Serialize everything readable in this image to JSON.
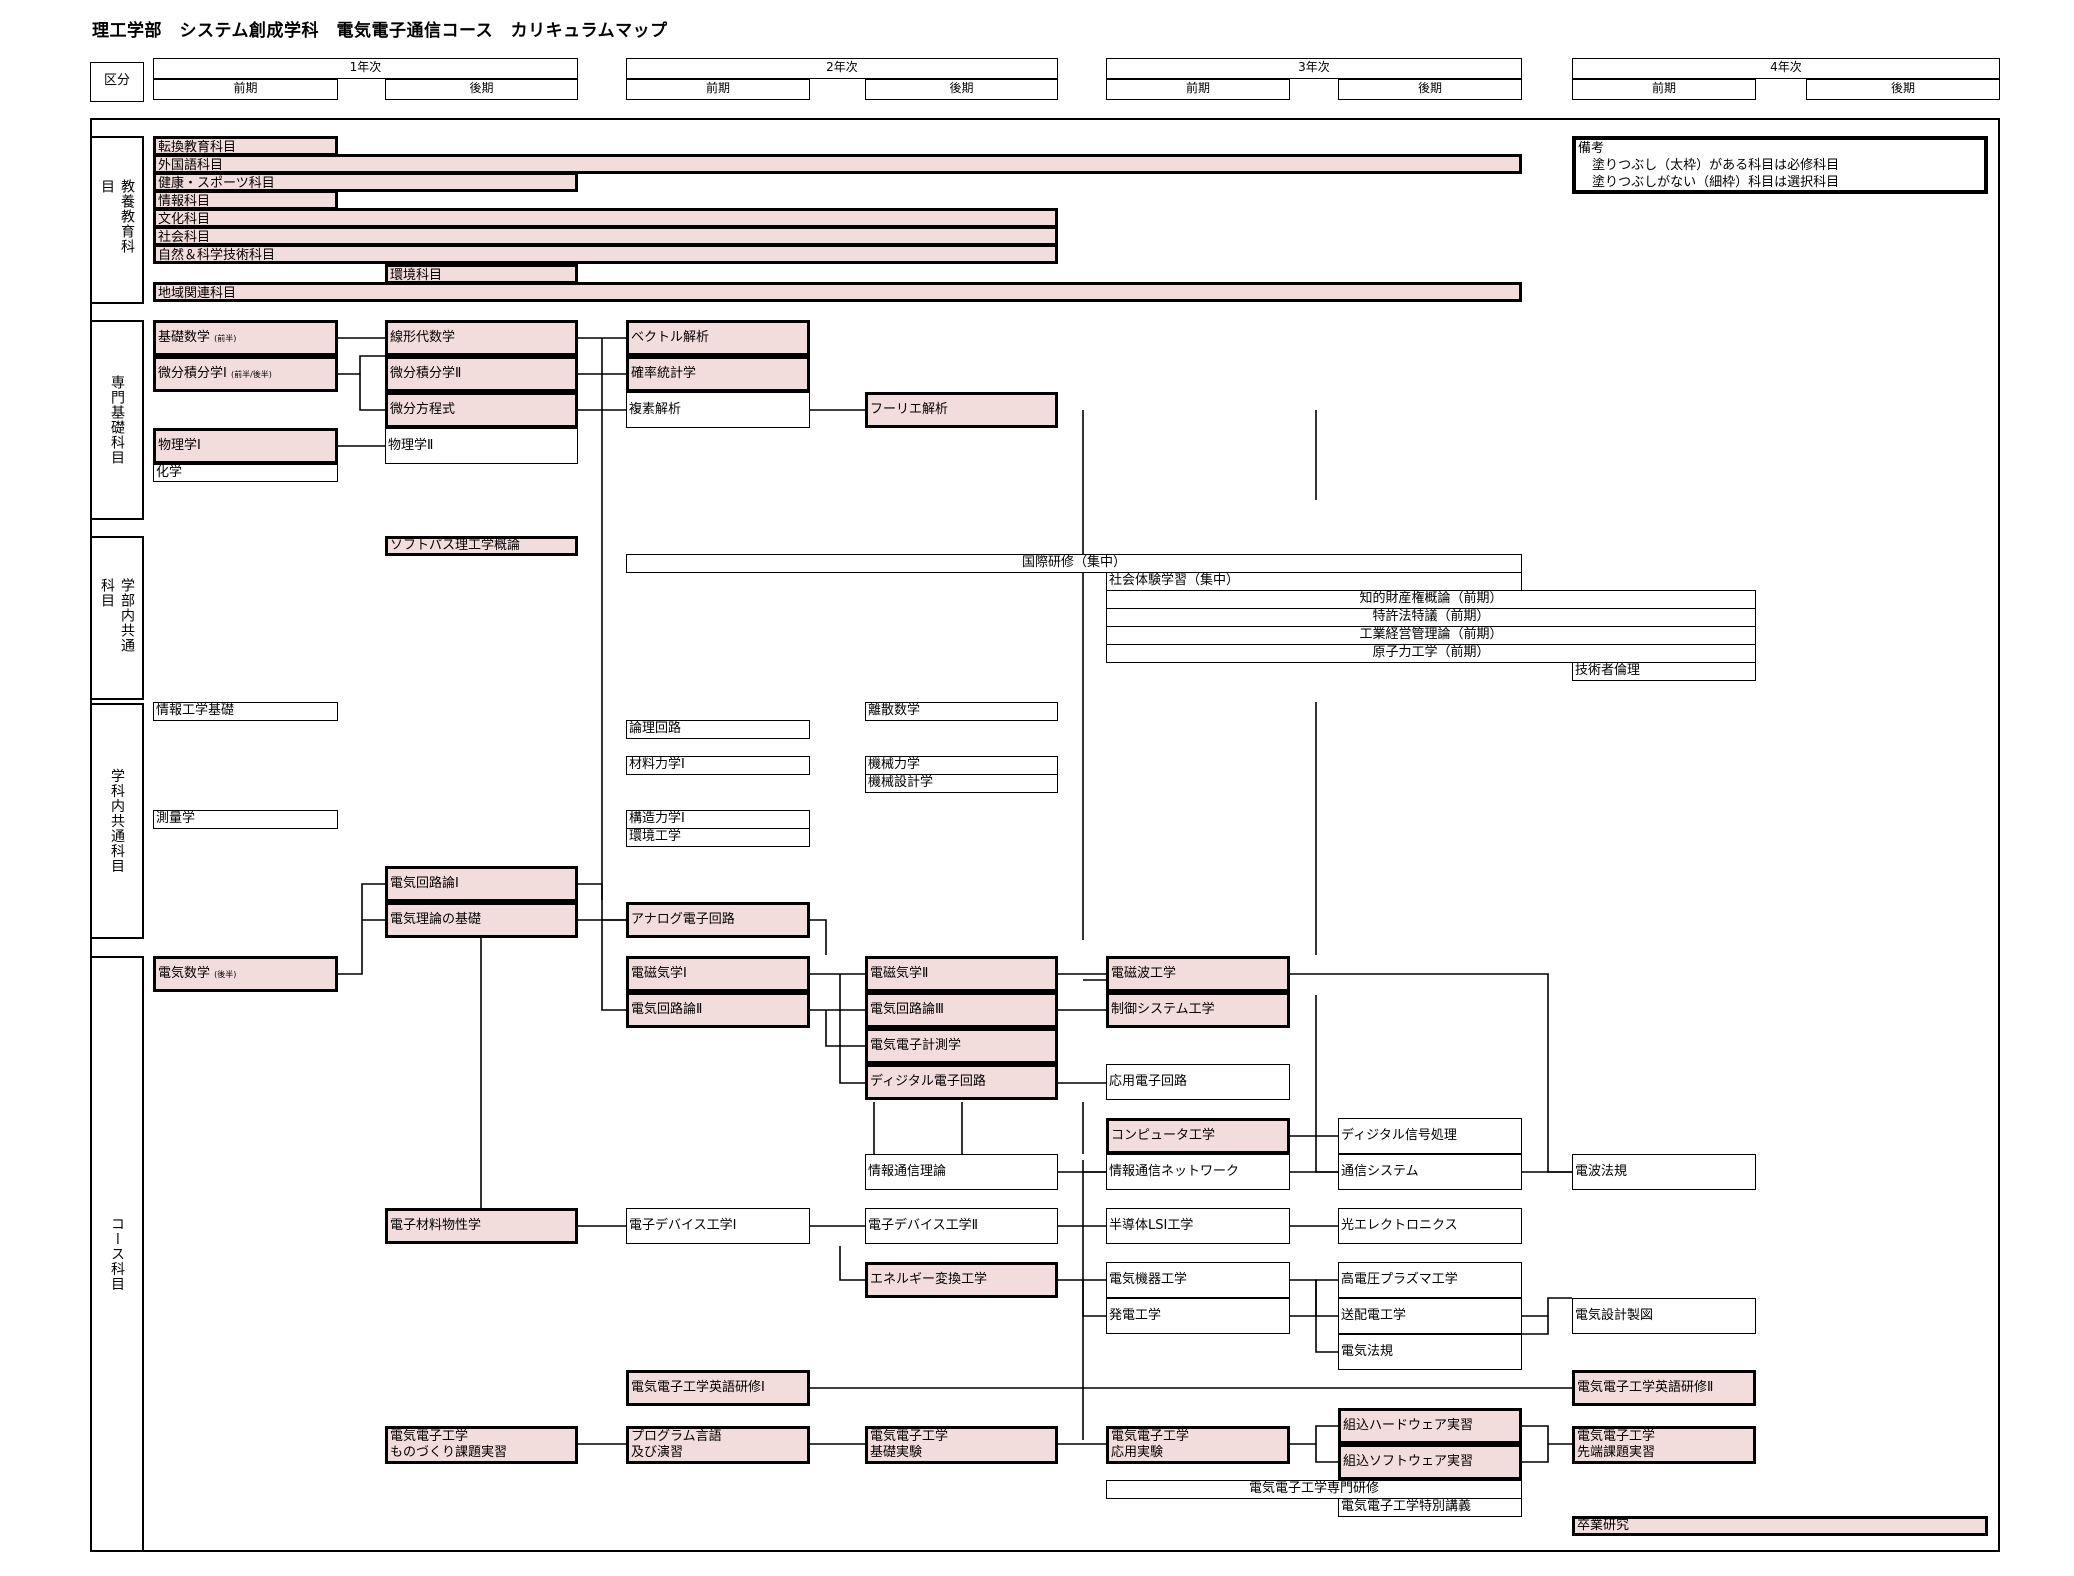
{
  "title": "理工学部　システム創成学科　電気電子通信コース　カリキュラムマップ",
  "header": {
    "kubun": "区分",
    "years": [
      "1年次",
      "2年次",
      "3年次",
      "4年次"
    ],
    "zenki": "前期",
    "kouki": "後期"
  },
  "categories": {
    "kyoyo": "教養教育科目",
    "senmon_kiso": "専門基礎科目",
    "gakubu_kyotsu": "学部内共通科目",
    "gakka_kyotsu": "学科内共通科目",
    "course": "コース科目"
  },
  "legend": {
    "title": "備考",
    "line1": "塗りつぶし（太枠）がある科目は必修科目",
    "line2": "塗りつぶしがない（細枠）科目は選択科目"
  },
  "courses": {
    "tenkan": "転換教育科目",
    "gaikokugo": "外国語科目",
    "kenko": "健康・スポーツ科目",
    "joho": "情報科目",
    "bunka": "文化科目",
    "shakai": "社会科目",
    "shizen": "自然＆科学技術科目",
    "kankyo": "環境科目",
    "chiiki": "地域関連科目",
    "kiso_sugaku": "基礎数学",
    "kiso_sugaku_note": "(前半)",
    "bibun1": "微分積分学Ⅰ",
    "bibun1_note": "(前半/後半)",
    "senkei": "線形代数学",
    "bibun2": "微分積分学Ⅱ",
    "bibun_hoteishiki": "微分方程式",
    "vector": "ベクトル解析",
    "kakuritsu": "確率統計学",
    "fukuso": "複素解析",
    "fourier": "フーリエ解析",
    "butsuri1": "物理学Ⅰ",
    "butsuri2": "物理学Ⅱ",
    "kagaku": "化学",
    "softpath": "ソフトパス理工学概論",
    "kokusai": "国際研修（集中）",
    "shakai_taiken": "社会体験学習（集中）",
    "chiteki": "知的財産権概論（前期）",
    "tokkyo": "特許法特議（前期）",
    "kogyo_keiei": "工業経営管理論（前期）",
    "genshiryoku": "原子力工学（前期）",
    "gijutsusha": "技術者倫理",
    "joho_kogaku": "情報工学基礎",
    "ronri": "論理回路",
    "risan": "離散数学",
    "zairyo": "材料力学Ⅰ",
    "kikai_rikigaku": "機械力学",
    "kikai_sekkei": "機械設計学",
    "sokuryo": "測量学",
    "kozo": "構造力学Ⅰ",
    "kankyo_kogaku": "環境工学",
    "denki_kairo1": "電気回路論Ⅰ",
    "denki_riron": "電気理論の基礎",
    "analog": "アナログ電子回路",
    "denki_sugaku": "電気数学",
    "denki_sugaku_note": "(後半)",
    "denji1": "電磁気学Ⅰ",
    "denji2": "電磁気学Ⅱ",
    "denjiha": "電磁波工学",
    "denki_kairo2": "電気回路論Ⅱ",
    "denki_kairo3": "電気回路論Ⅲ",
    "seigyo": "制御システム工学",
    "keisoku": "電気電子計測学",
    "digital_kairo": "ディジタル電子回路",
    "oyo_denshi": "応用電子回路",
    "computer": "コンピュータ工学",
    "digital_shingo": "ディジタル信号処理",
    "joho_tsushin": "情報通信理論",
    "network": "情報通信ネットワーク",
    "tsushin": "通信システム",
    "denpa": "電波法規",
    "denshi_zairyo": "電子材料物性学",
    "device1": "電子デバイス工学Ⅰ",
    "device2": "電子デバイス工学Ⅱ",
    "handotai": "半導体LSI工学",
    "hikari": "光エレクトロニクス",
    "energy": "エネルギー変換工学",
    "denki_kiki": "電気機器工学",
    "hatsuden": "発電工学",
    "koatsu": "高電圧プラズマ工学",
    "sohaiden": "送配電工学",
    "denki_hoki": "電気法規",
    "sekkei_seizu": "電気設計製図",
    "eigo1": "電気電子工学英語研修Ⅰ",
    "eigo2": "電気電子工学英語研修Ⅱ",
    "monozukuri_1": "電気電子工学",
    "monozukuri_2": "ものづくり課題実習",
    "program_1": "プログラム言語",
    "program_2": "及び演習",
    "kiso_jikken_1": "電気電子工学",
    "kiso_jikken_2": "基礎実験",
    "oyo_jikken_1": "電気電子工学",
    "oyo_jikken_2": "応用実験",
    "hardware": "組込ハードウェア実習",
    "software": "組込ソフトウェア実習",
    "sentan_1": "電気電子工学",
    "sentan_2": "先端課題実習",
    "senmon_kenshu": "電気電子工学専門研修",
    "tokubetsu": "電気電子工学特別講義",
    "sotsugyo": "卒業研究"
  },
  "colors": {
    "required_fill": "#f3dcdc",
    "border": "#000000"
  }
}
